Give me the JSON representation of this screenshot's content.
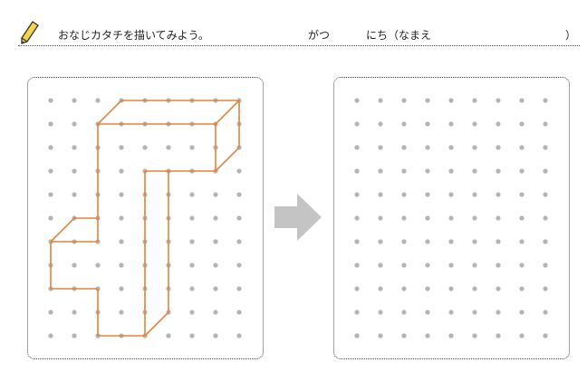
{
  "header": {
    "instruction": "おなじカタチを描いてみよう。",
    "month_label": "がつ",
    "day_label": "にち（なまえ",
    "close_paren": "）"
  },
  "grid": {
    "columns": 9,
    "rows": 11
  },
  "colors": {
    "dot": "#b5b5b5",
    "line": "#e8823a",
    "arrow": "#c4c4c4"
  },
  "shape_edges": [
    [
      [
        3,
        0
      ],
      [
        8,
        0
      ]
    ],
    [
      [
        3,
        0
      ],
      [
        2,
        1
      ]
    ],
    [
      [
        2,
        1
      ],
      [
        7,
        1
      ]
    ],
    [
      [
        7,
        1
      ],
      [
        8,
        0
      ]
    ],
    [
      [
        8,
        0
      ],
      [
        8,
        2
      ]
    ],
    [
      [
        7,
        1
      ],
      [
        7,
        3
      ]
    ],
    [
      [
        8,
        2
      ],
      [
        7,
        3
      ]
    ],
    [
      [
        7,
        3
      ],
      [
        4,
        3
      ]
    ],
    [
      [
        4,
        3
      ],
      [
        4,
        10
      ]
    ],
    [
      [
        5,
        3
      ],
      [
        5,
        9
      ]
    ],
    [
      [
        5,
        9
      ],
      [
        4,
        10
      ]
    ],
    [
      [
        2,
        1
      ],
      [
        2,
        6
      ]
    ],
    [
      [
        1,
        5
      ],
      [
        2,
        5
      ]
    ],
    [
      [
        1,
        5
      ],
      [
        0,
        6
      ]
    ],
    [
      [
        0,
        6
      ],
      [
        2,
        6
      ]
    ],
    [
      [
        0,
        6
      ],
      [
        0,
        8
      ]
    ],
    [
      [
        0,
        8
      ],
      [
        2,
        8
      ]
    ],
    [
      [
        2,
        8
      ],
      [
        2,
        10
      ]
    ],
    [
      [
        2,
        10
      ],
      [
        4,
        10
      ]
    ]
  ]
}
